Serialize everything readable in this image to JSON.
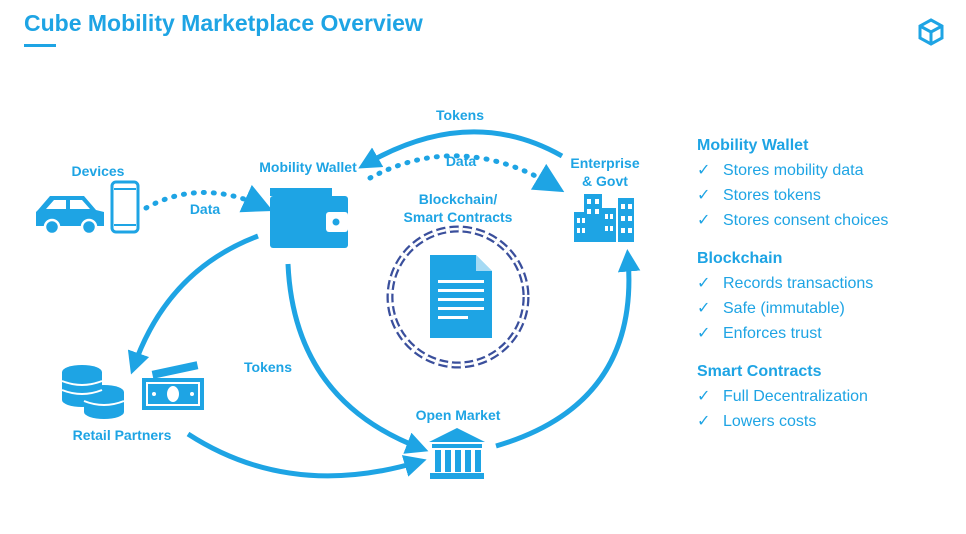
{
  "title": "Cube Mobility Marketplace Overview",
  "colors": {
    "accent": "#1ea4e4",
    "chain": "#3a4f9c"
  },
  "logo_icon": "cube-logo-icon",
  "nodes": {
    "devices": "Devices",
    "mobility_wallet": "Mobility Wallet",
    "enterprise_line1": "Enterprise",
    "enterprise_line2": "& Govt",
    "blockchain_line1": "Blockchain/",
    "blockchain_line2": "Smart Contracts",
    "retail_partners": "Retail Partners",
    "open_market": "Open Market"
  },
  "flows": {
    "data_devices_wallet": "Data",
    "tokens_top": "Tokens",
    "data_top": "Data",
    "tokens_left": "Tokens"
  },
  "sidebar": {
    "check": "✓",
    "sections": [
      {
        "heading": "Mobility Wallet",
        "items": [
          "Stores mobility data",
          "Stores tokens",
          "Stores consent choices"
        ]
      },
      {
        "heading": "Blockchain",
        "items": [
          "Records transactions",
          "Safe (immutable)",
          "Enforces trust"
        ]
      },
      {
        "heading": "Smart Contracts",
        "items": [
          "Full Decentralization",
          "Lowers costs"
        ]
      }
    ]
  }
}
